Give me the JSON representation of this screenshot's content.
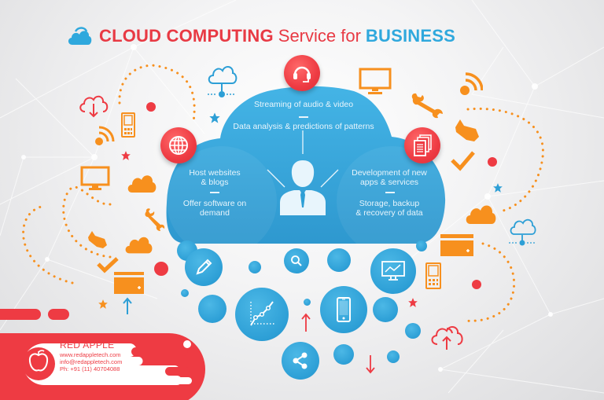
{
  "title": {
    "part1": "CLOUD COMPUTING",
    "part2": "Service for",
    "part3": "BUSINESS",
    "icon": "cloud-icon"
  },
  "colors": {
    "red": "#ee3b43",
    "blue": "#2d9fd6",
    "orange": "#f7901e",
    "cloud_blue": "#3aa8dc",
    "text_light": "#e8f5fc"
  },
  "cloud": {
    "top": {
      "line1": "Streaming of audio & video",
      "line2": "Data analysis & predictions of patterns",
      "icon": "headset-icon"
    },
    "left": {
      "line1": "Host websites",
      "line2": "& blogs",
      "line3": "Offer software on",
      "line4": "demand",
      "icon": "globe-icon"
    },
    "right": {
      "line1": "Development of new",
      "line2": "apps & services",
      "line3": "Storage, backup",
      "line4": "& recovery of data",
      "icon": "documents-icon"
    },
    "center_icon": "businessman-icon"
  },
  "bubbles": [
    {
      "icon": "pencil-icon"
    },
    {
      "icon": "search-icon"
    },
    {
      "icon": "monitor-chart-icon"
    },
    {
      "icon": "line-chart-icon"
    },
    {
      "icon": "smartphone-icon"
    },
    {
      "icon": "share-icon"
    }
  ],
  "footer": {
    "brand": "RED APPLE",
    "website": "www.redappletech.com",
    "email": "info@redappletech.com",
    "phone": "Ph: +91 (11) 40704088",
    "logo": "apple-icon"
  }
}
